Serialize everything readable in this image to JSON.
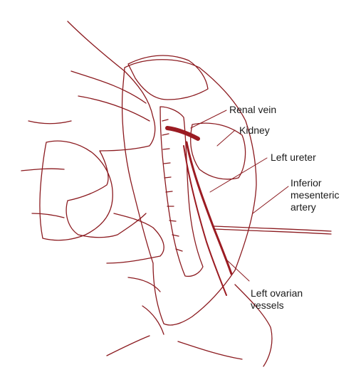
{
  "colors": {
    "line": "#8b1a1f",
    "vessel_fill": "#9b1b22",
    "label_text": "#1a1a1a",
    "background": "#ffffff"
  },
  "labels": {
    "renal_vein": "Renal vein",
    "kidney": "Kidney",
    "left_ureter": "Left ureter",
    "inferior_mesenteric_artery": "Inferior\nmesenteric\nartery",
    "left_ovarian_vessels": "Left ovarian\nvessels"
  }
}
